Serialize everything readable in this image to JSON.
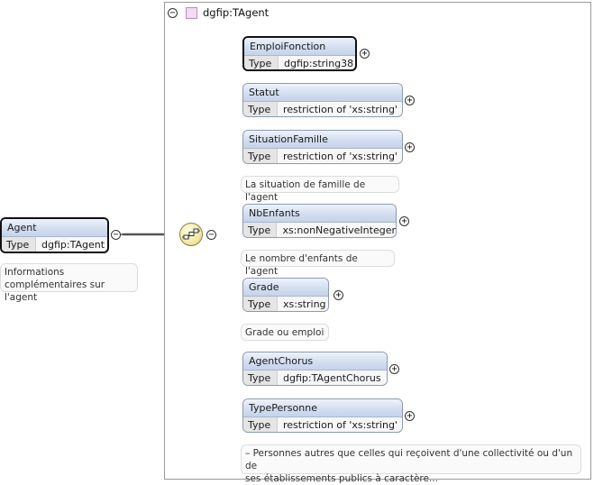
{
  "root_element": {
    "name": "Agent",
    "type_key": "Type",
    "type_value": "dgfip:TAgent",
    "annotation": "Informations complémentaires sur l'agent",
    "annotation_line1": "Informations",
    "annotation_line2": "complémentaires sur l'agent"
  },
  "complex_type": {
    "title": "dgfip:TAgent"
  },
  "sequence_label": "sequence",
  "children": [
    {
      "name": "EmploiFonction",
      "type_key": "Type",
      "type_value": "dgfip:string38",
      "annotation": "",
      "selected": true
    },
    {
      "name": "Statut",
      "type_key": "Type",
      "type_value": "restriction of 'xs:string'",
      "annotation": ""
    },
    {
      "name": "SituationFamille",
      "type_key": "Type",
      "type_value": "restriction of 'xs:string'",
      "annotation": "La situation de famille de l'agent"
    },
    {
      "name": "NbEnfants",
      "type_key": "Type",
      "type_value": "xs:nonNegativeInteger",
      "annotation": "Le nombre d'enfants de l'agent"
    },
    {
      "name": "Grade",
      "type_key": "Type",
      "type_value": "xs:string",
      "annotation": "Grade ou emploi"
    },
    {
      "name": "AgentChorus",
      "type_key": "Type",
      "type_value": "dgfip:TAgentChorus",
      "annotation": ""
    },
    {
      "name": "TypePersonne",
      "type_key": "Type",
      "type_value": "restriction of 'xs:string'",
      "annotation": "– Personnes autres que celles qui reçoivent d'une collectivité ou d'un de ses établissements publics à caractère...",
      "annotation_line1": "– Personnes autres que celles qui reçoivent d'une collectivité ou d'un de",
      "annotation_line2": "ses établissements publics à caractère..."
    }
  ],
  "toggles": {
    "expand": "+",
    "collapse": "−"
  }
}
